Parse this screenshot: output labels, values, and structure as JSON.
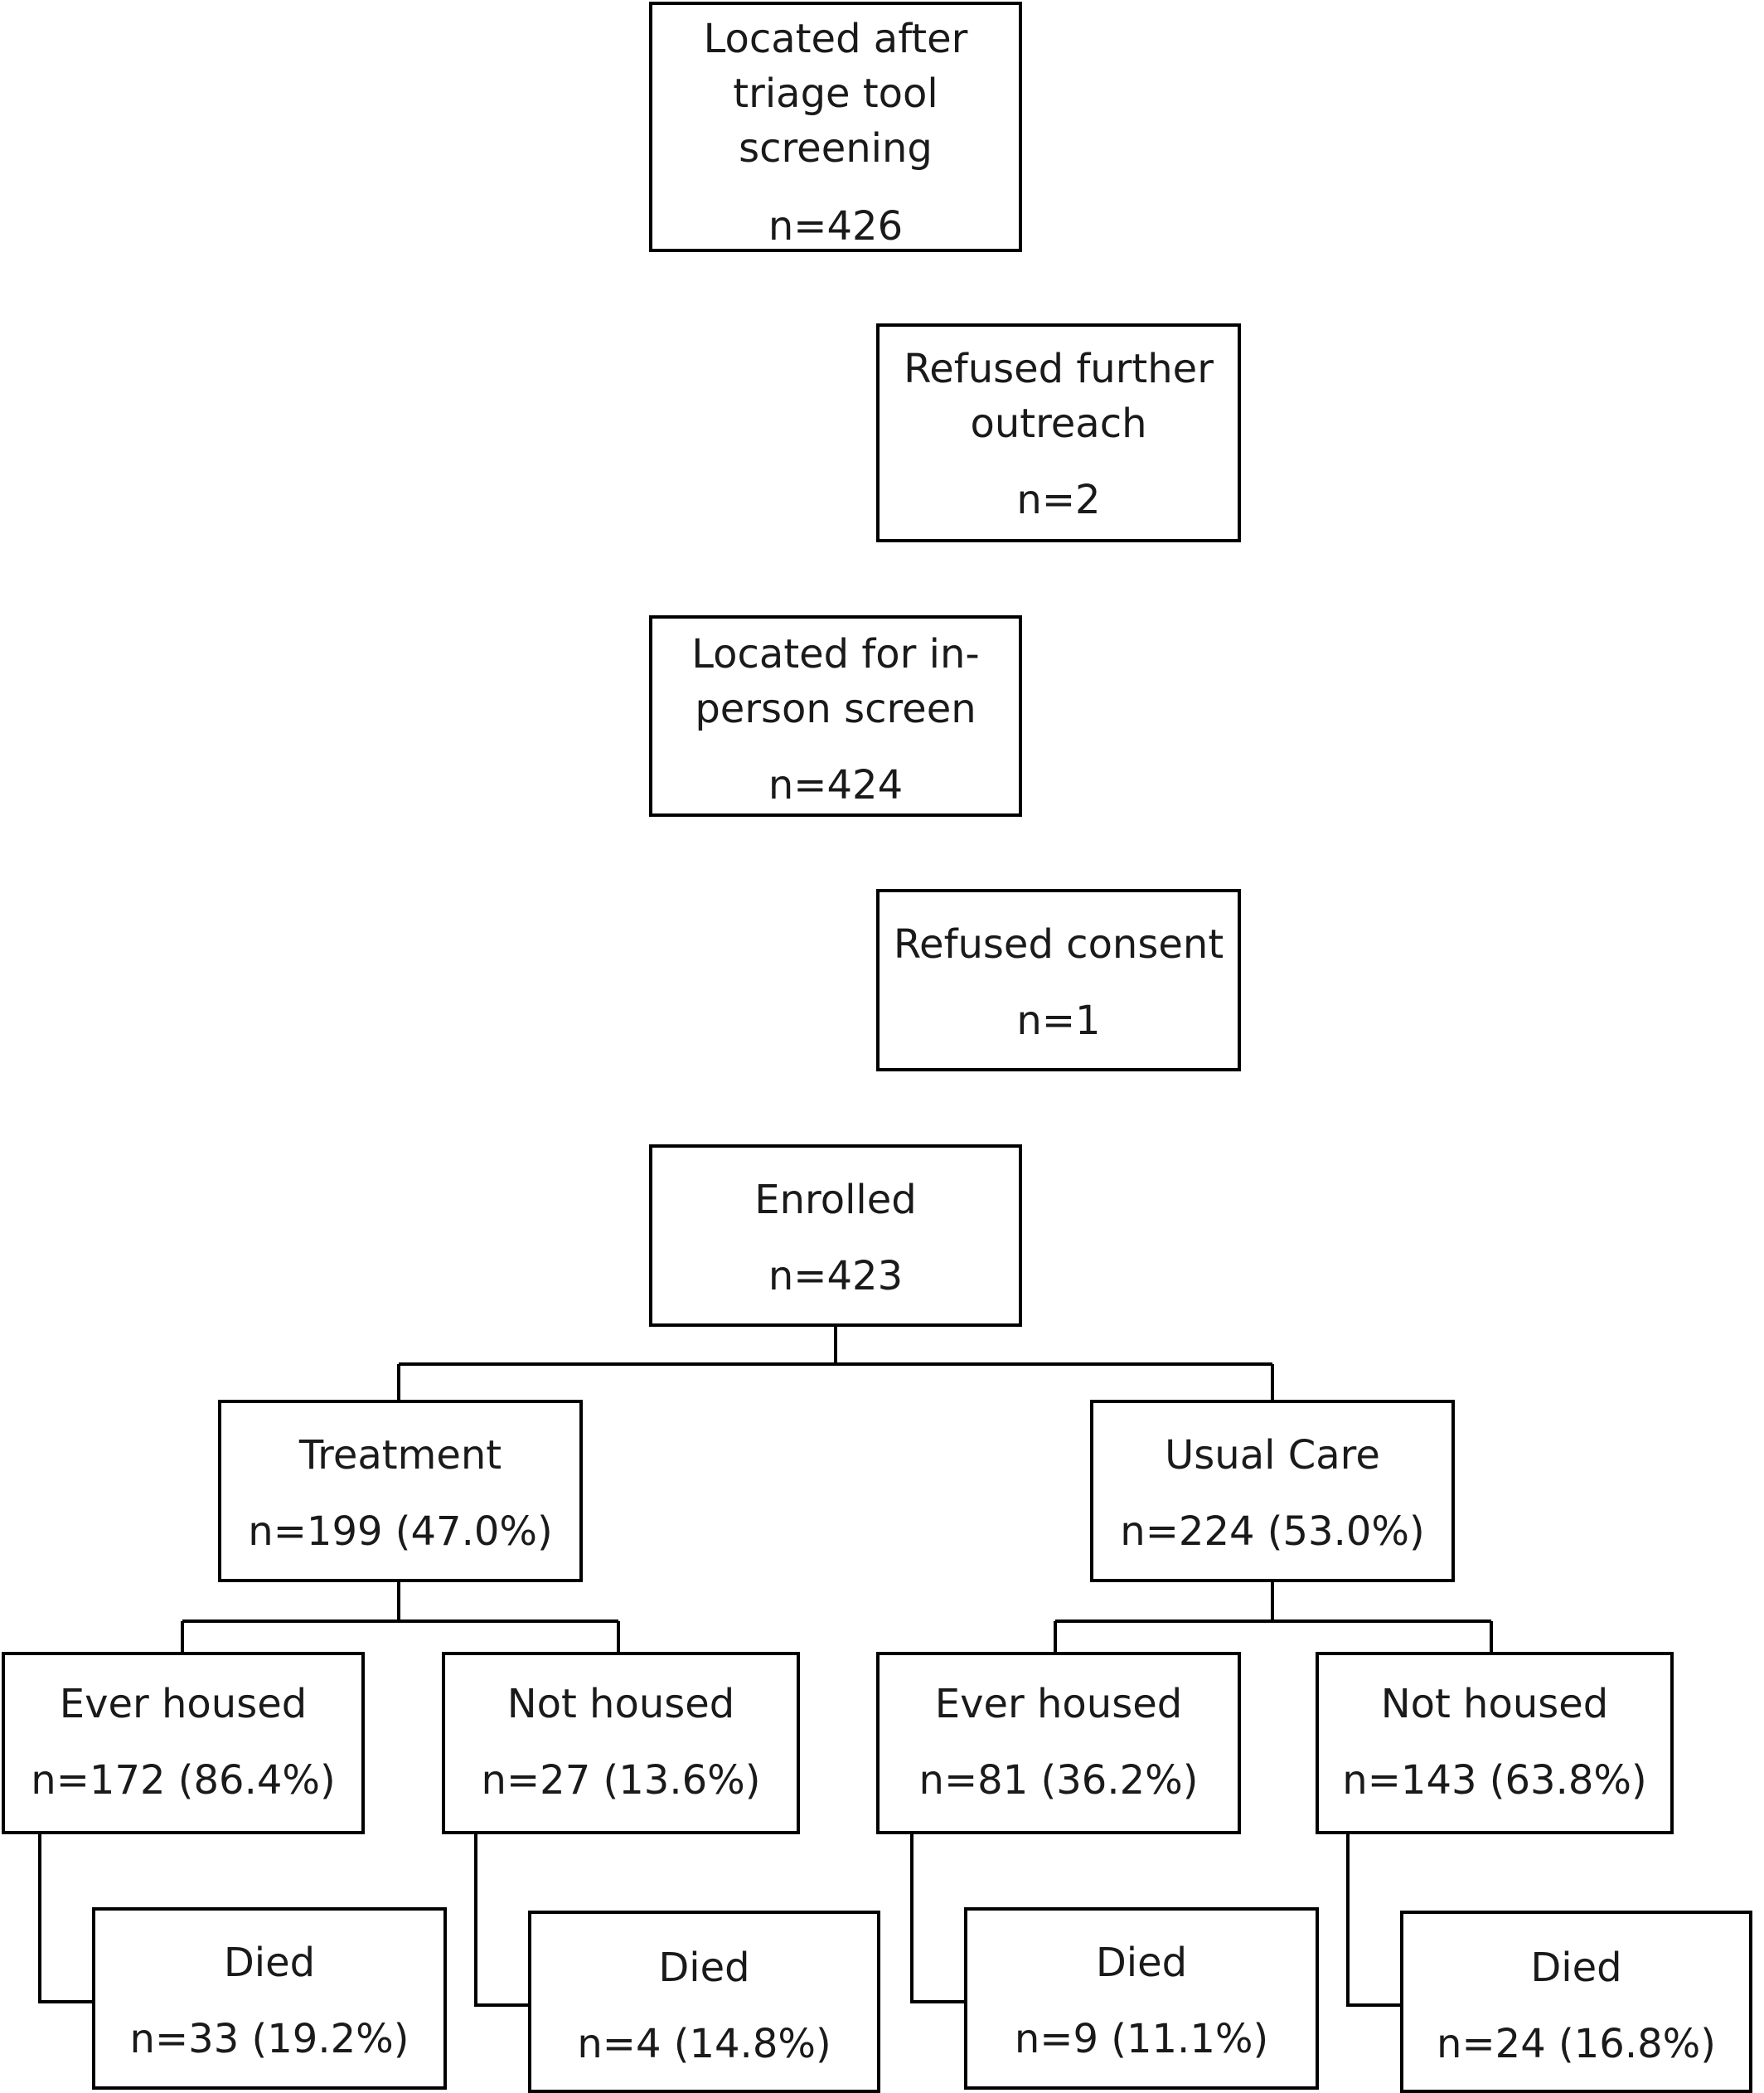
{
  "flowchart": {
    "triage": {
      "label": "Located after triage tool screening",
      "lines": [
        "Located after",
        "triage tool",
        "screening"
      ],
      "n": "n=426"
    },
    "refused_outreach": {
      "lines": [
        "Refused further",
        "outreach"
      ],
      "n": "n=2"
    },
    "in_person": {
      "lines": [
        "Located for in-",
        "person screen"
      ],
      "n": "n=424"
    },
    "refused_consent": {
      "label": "Refused consent",
      "n": "n=1"
    },
    "enrolled": {
      "label": "Enrolled",
      "n": "n=423"
    },
    "treatment": {
      "label": "Treatment",
      "n": "n=199 (47.0%)"
    },
    "usual_care": {
      "label": "Usual Care",
      "n": "n=224 (53.0%)"
    },
    "treatment_ever_housed": {
      "label": "Ever housed",
      "n": "n=172 (86.4%)"
    },
    "treatment_not_housed": {
      "label": "Not housed",
      "n": "n=27 (13.6%)"
    },
    "usual_ever_housed": {
      "label": "Ever housed",
      "n": "n=81 (36.2%)"
    },
    "usual_not_housed": {
      "label": "Not housed",
      "n": "n=143 (63.8%)"
    },
    "died_treatment_ever": {
      "label": "Died",
      "n": "n=33 (19.2%)"
    },
    "died_treatment_not": {
      "label": "Died",
      "n": "n=4 (14.8%)"
    },
    "died_usual_ever": {
      "label": "Died",
      "n": "n=9 (11.1%)"
    },
    "died_usual_not": {
      "label": "Died",
      "n": "n=24 (16.8%)"
    }
  }
}
